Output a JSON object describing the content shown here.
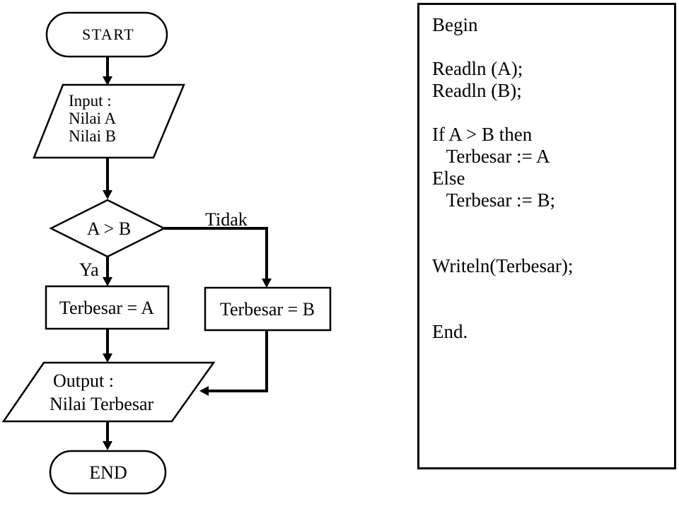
{
  "flowchart": {
    "start_label": "START",
    "input_lines": [
      "Input :",
      "Nilai A",
      "Nilai B"
    ],
    "decision_label": "A > B",
    "yes_label": "Ya",
    "no_label": "Tidak",
    "process_a_label": "Terbesar = A",
    "process_b_label": "Terbesar = B",
    "output_lines": [
      "Output :",
      "Nilai Terbesar"
    ],
    "end_label": "END"
  },
  "code_panel": {
    "lines": [
      "Begin",
      "",
      "Readln (A);",
      "Readln (B);",
      "",
      "If A > B then",
      "   Terbesar := A",
      "Else",
      "   Terbesar := B;",
      "",
      "",
      "Writeln(Terbesar);",
      "",
      "",
      "End."
    ]
  },
  "colors": {
    "ink": "#000000",
    "background": "#ffffff"
  }
}
